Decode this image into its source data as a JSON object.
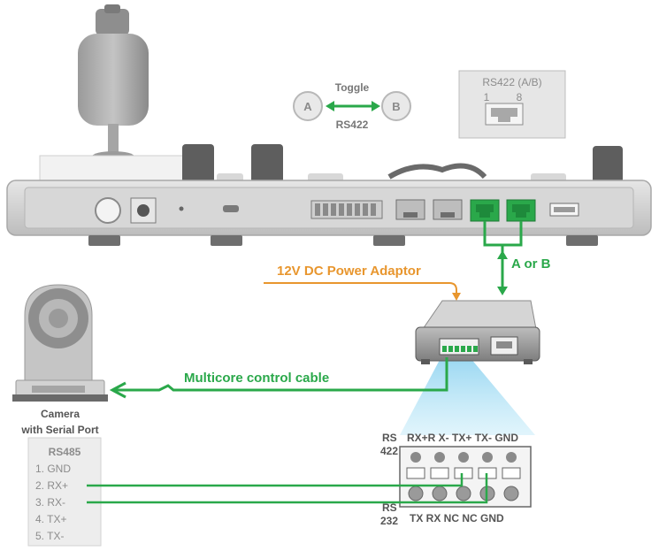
{
  "colors": {
    "green": "#2aa84a",
    "orange": "#e8962e",
    "device_gray": "#c9c9c9",
    "beam_blue": "#a9dcf2"
  },
  "toggle": {
    "title": "Toggle",
    "left": "A",
    "right": "B",
    "subtitle": "RS422"
  },
  "rs422_port": {
    "title": "RS422 (A/B)",
    "pin_first": "1",
    "pin_last": "8"
  },
  "labels": {
    "a_or_b": "A or B",
    "power": "12V DC Power Adaptor",
    "cable": "Multicore control cable",
    "camera_line1": "Camera",
    "camera_line2": "with Serial Port"
  },
  "rs485": {
    "title": "RS485",
    "pins": [
      "1.   GND",
      "2.   RX+",
      "3.   RX-",
      "4.   TX+",
      "5.   TX-"
    ]
  },
  "terminal": {
    "rs422_label_top": "RS",
    "rs422_label_bottom": "422",
    "rs232_label_top": "RS",
    "rs232_label_bottom": "232",
    "top_pins": "RX+R X- TX+ TX- GND",
    "bottom_pins": "TX RX NC NC GND"
  }
}
